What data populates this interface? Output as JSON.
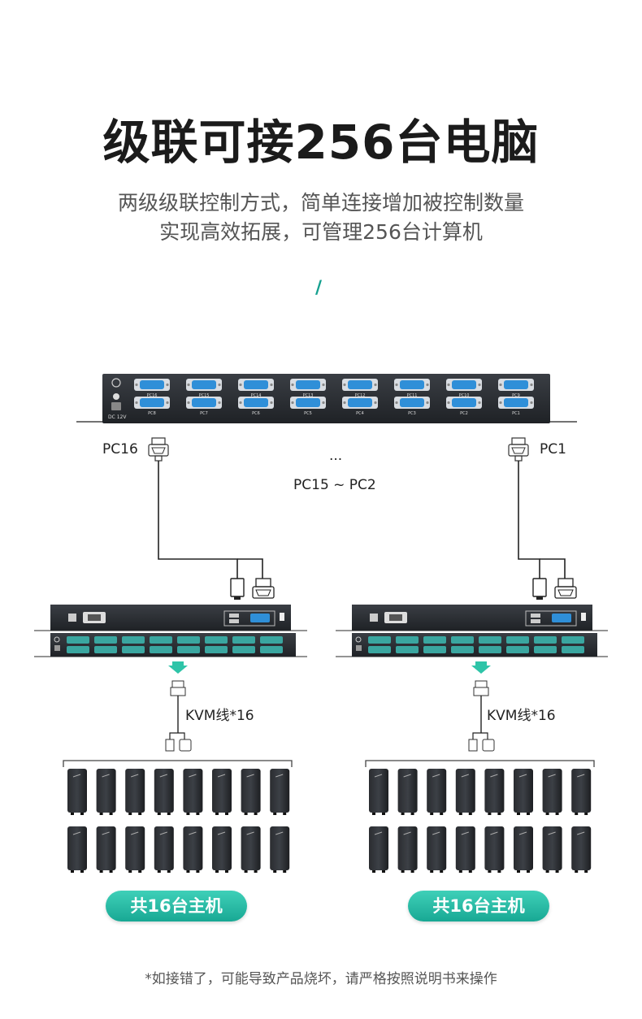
{
  "title": "级联可接256台电脑",
  "subtitle_line1": "两级级联控制方式，简单连接增加被控制数量",
  "subtitle_line2": "实现高效拓展，可管理256台计算机",
  "accent_mark": "/",
  "top_switch": {
    "ports_row1": [
      "PC16",
      "PC15",
      "PC14",
      "PC13",
      "PC12",
      "PC11",
      "PC10",
      "PC9"
    ],
    "ports_row2": [
      "PC8",
      "PC7",
      "PC6",
      "PC5",
      "PC4",
      "PC3",
      "PC2",
      "PC1"
    ],
    "power_label": "DC 12V"
  },
  "labels": {
    "left_pc": "PC16",
    "right_pc": "PC1",
    "ellipsis": "...",
    "middle_range": "PC15 ~ PC2",
    "kvm_left": "KVM线*16",
    "kvm_right": "KVM线*16"
  },
  "hosts_left": "共16台主机",
  "hosts_right": "共16台主机",
  "footnote": "*如接错了，可能导致产品烧坏，请严格按照说明书来操作",
  "colors": {
    "accent": "#18a894",
    "device_dark": "#2c2f33",
    "port_blue": "#2f8fd8",
    "port_teal": "#3aa6a0"
  }
}
